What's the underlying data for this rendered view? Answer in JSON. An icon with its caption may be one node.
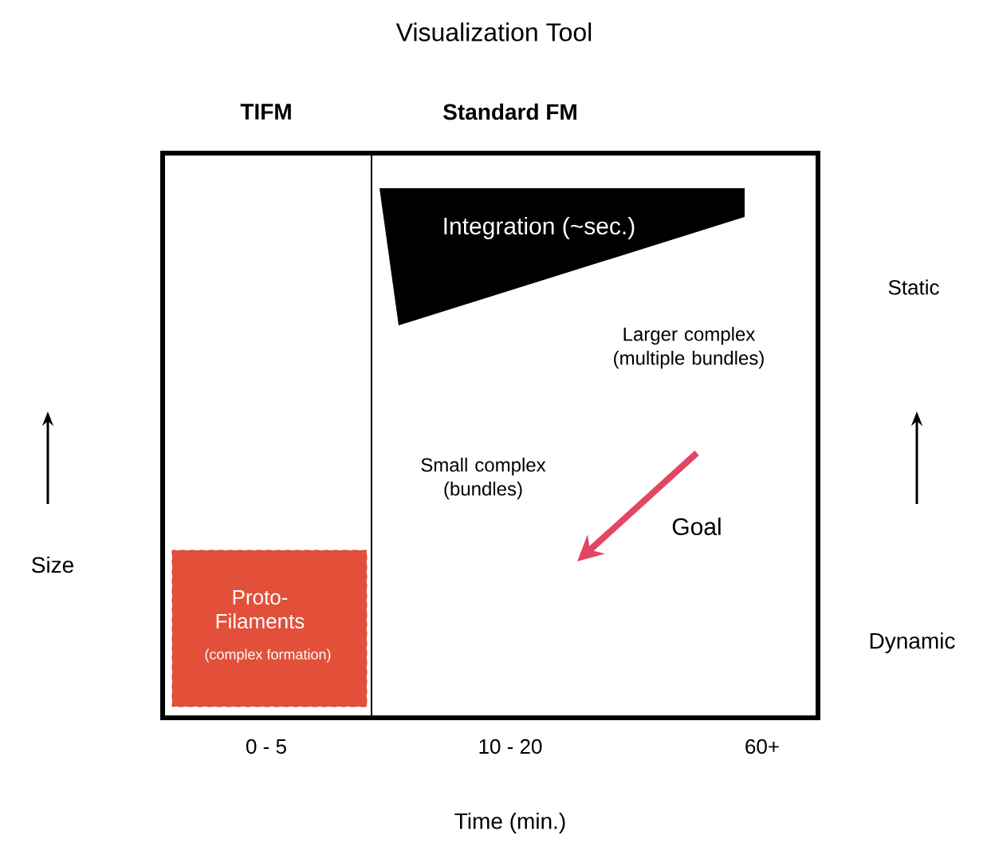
{
  "diagram": {
    "title": "Visualization Tool",
    "nodes": [
      {
        "text": [
          "TIFM"
        ]
      },
      {
        "text": [
          "Standard FM"
        ]
      },
      {
        "text": [
          "Proto- Filaments",
          "(complex formation)"
        ],
        "in": 0
      },
      {
        "text": [
          "Integration (~sec.)"
        ],
        "in": 1
      }
    ],
    "labels": [
      "Static",
      "Larger complex (multiple bundles)",
      "Small complex (bundles)",
      "Goal",
      "Size",
      "Dynamic",
      "0 - 5",
      "10 - 20",
      "60+",
      "Time (min.)"
    ]
  }
}
